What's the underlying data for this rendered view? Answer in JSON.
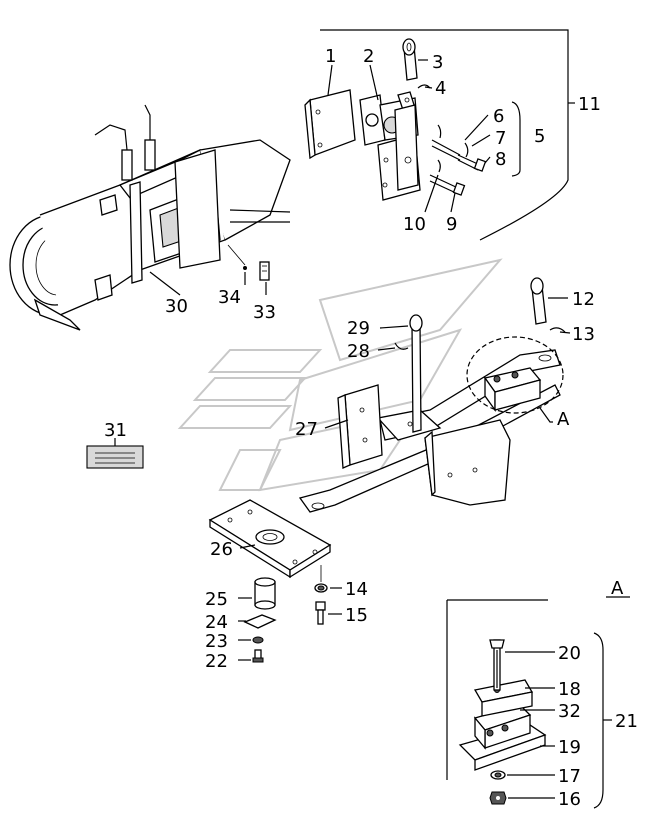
{
  "callouts": {
    "c1": "1",
    "c2": "2",
    "c3": "3",
    "c4": "4",
    "c5": "5",
    "c6": "6",
    "c7": "7",
    "c8": "8",
    "c9": "9",
    "c10": "10",
    "c11": "11",
    "c12": "12",
    "c13": "13",
    "c14": "14",
    "c15": "15",
    "c16": "16",
    "c17": "17",
    "c18": "18",
    "c19": "19",
    "c20": "20",
    "c21": "21",
    "c22": "22",
    "c23": "23",
    "c24": "24",
    "c25": "25",
    "c26": "26",
    "c27": "27",
    "c28": "28",
    "c29": "29",
    "c30": "30",
    "c31": "31",
    "c32": "32",
    "c33": "33",
    "c34": "34"
  },
  "view_marker": "A",
  "detail_title": "A"
}
